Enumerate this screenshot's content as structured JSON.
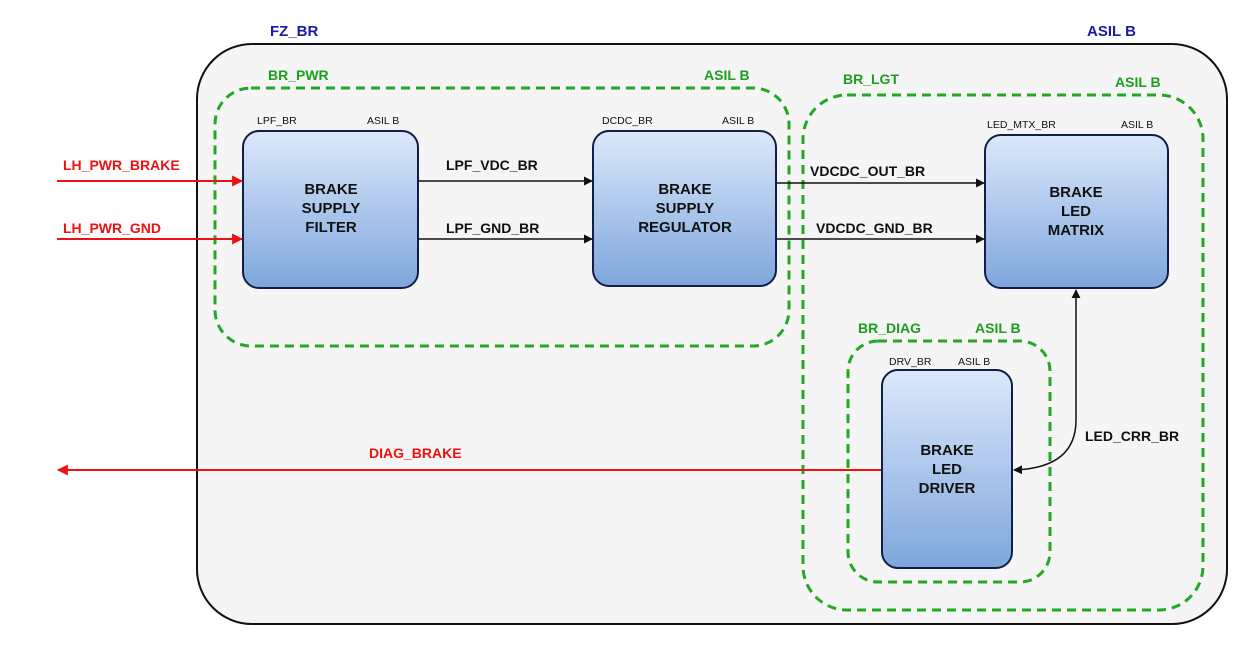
{
  "zone": {
    "name": "FZ_BR",
    "asil": "ASIL B"
  },
  "groups": {
    "br_pwr": {
      "name": "BR_PWR",
      "asil": "ASIL B"
    },
    "br_lgt": {
      "name": "BR_LGT",
      "asil": "ASIL B"
    },
    "br_diag": {
      "name": "BR_DIAG",
      "asil": "ASIL B"
    }
  },
  "blocks": {
    "lpf": {
      "id": "LPF_BR",
      "asil": "ASIL B",
      "lines": [
        "BRAKE",
        "SUPPLY",
        "FILTER"
      ]
    },
    "dcdc": {
      "id": "DCDC_BR",
      "asil": "ASIL B",
      "lines": [
        "BRAKE",
        "SUPPLY",
        "REGULATOR"
      ]
    },
    "led_mtx": {
      "id": "LED_MTX_BR",
      "asil": "ASIL B",
      "lines": [
        "BRAKE",
        "LED",
        "MATRIX"
      ]
    },
    "drv": {
      "id": "DRV_BR",
      "asil": "ASIL B",
      "lines": [
        "BRAKE",
        "LED",
        "DRIVER"
      ]
    }
  },
  "signals": {
    "lh_pwr_brake": "LH_PWR_BRAKE",
    "lh_pwr_gnd": "LH_PWR_GND",
    "lpf_vdc": "LPF_VDC_BR",
    "lpf_gnd": "LPF_GND_BR",
    "vdcdc_out": "VDCDC_OUT_BR",
    "vdcdc_gnd": "VDCDC_GND_BR",
    "led_crr": "LED_CRR_BR",
    "diag_brake": "DIAG_BRAKE"
  },
  "colors": {
    "zone_border": "#111111",
    "zone_fill": "#f5f5f5",
    "group_dash": "#22a822",
    "block_top": "#dce8fb",
    "block_bottom": "#7ea6dc",
    "external_signal": "#ee1111",
    "title": "#1a1aa6"
  }
}
